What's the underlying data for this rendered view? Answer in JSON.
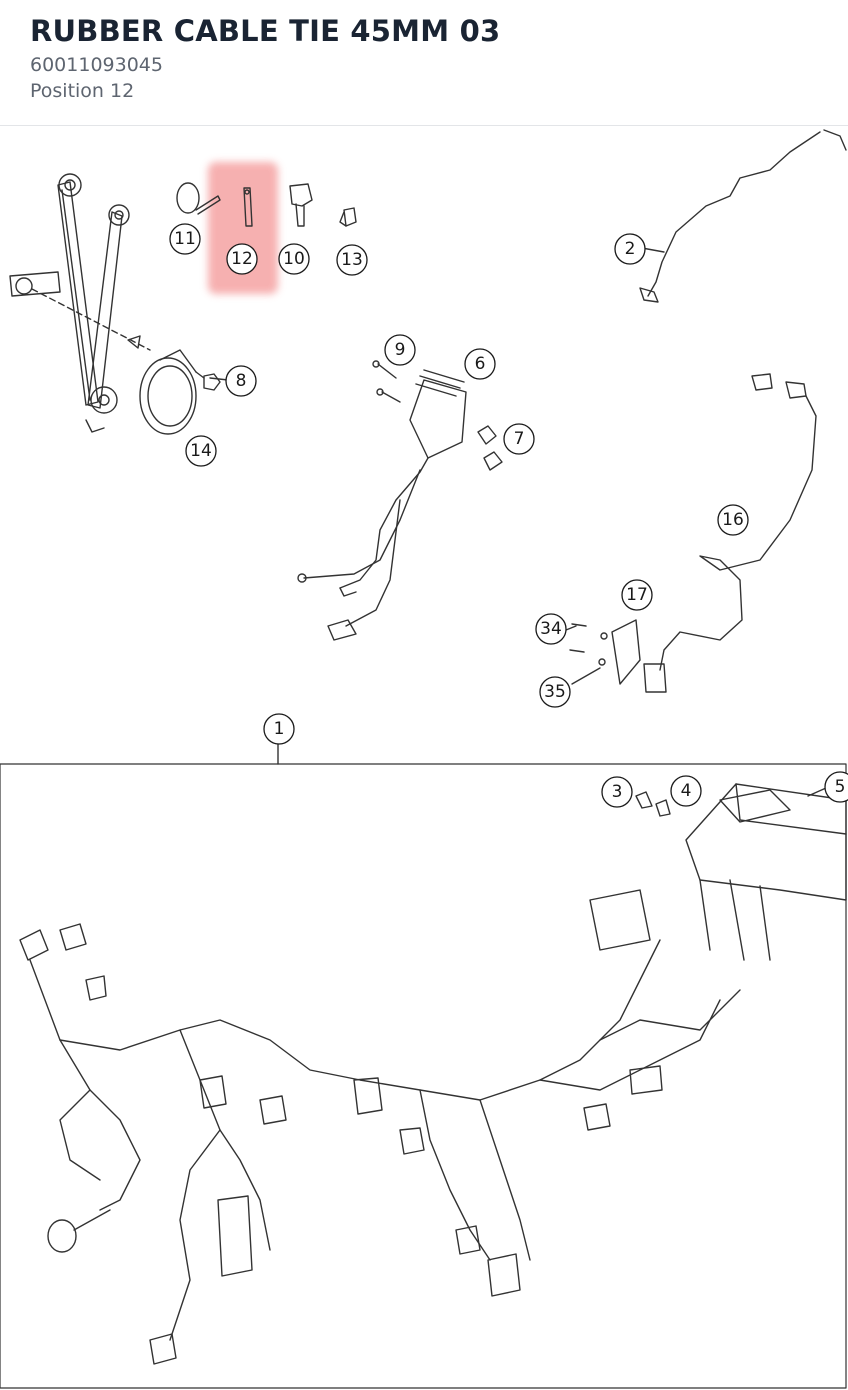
{
  "part": {
    "title": "RUBBER CABLE TIE 45MM 03",
    "number": "60011093045",
    "position": "Position 12"
  },
  "highlight": {
    "position": "12",
    "color": "#f5a3a3"
  },
  "callouts": [
    "1",
    "2",
    "3",
    "4",
    "5",
    "6",
    "7",
    "8",
    "9",
    "10",
    "11",
    "12",
    "13",
    "14",
    "16",
    "17",
    "34",
    "35"
  ]
}
